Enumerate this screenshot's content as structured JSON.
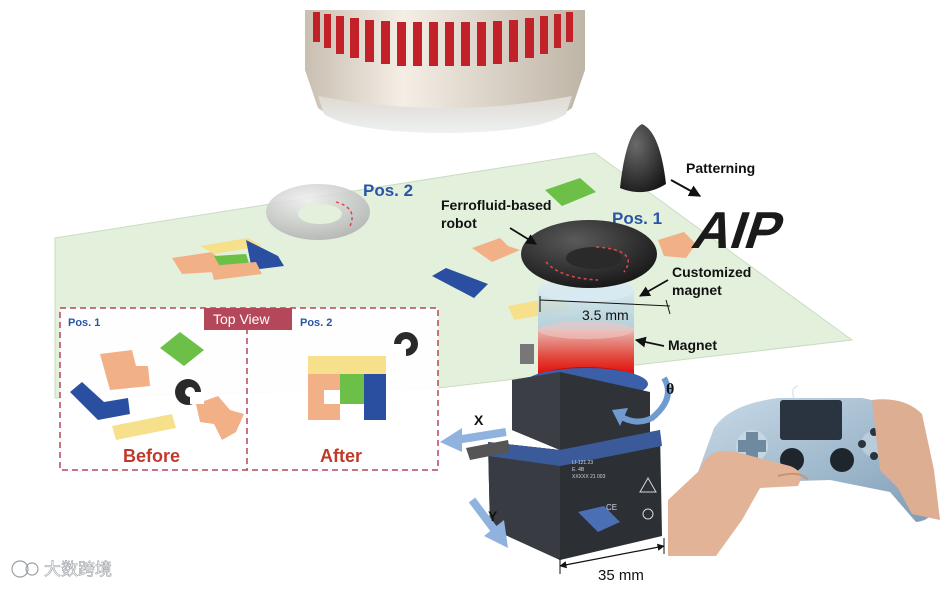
{
  "labels": {
    "patterning": "Patterning",
    "ferrofluid_line1": "Ferrofluid-based",
    "ferrofluid_line2": "robot",
    "customized_line1": "Customized",
    "customized_line2": "magnet",
    "magnet": "Magnet",
    "diameter": "3.5 mm",
    "base_width": "35 mm",
    "theta": "θ",
    "axis_x": "X",
    "axis_y": "Y",
    "pos1": "Pos. 1",
    "pos2": "Pos. 2",
    "aip_text": "AIP"
  },
  "inset": {
    "title": "Top View",
    "pos1": "Pos. 1",
    "pos2": "Pos. 2",
    "before": "Before",
    "after": "After"
  },
  "stage_marks": {
    "line1": "LI-121.23",
    "line2": "E. 4B",
    "line3": "XXXXX 21 003"
  },
  "watermark": "大数跨境",
  "colors": {
    "platform": "#e3f0dc",
    "dashed_border": "#b5475a",
    "topview_tag": "#b5475a",
    "pos_blue": "#2a55a5",
    "inset_text": "#c0392b",
    "magnet_red": "#e02020",
    "coil_red": "#c02020",
    "tetromino_orange": "#f2b086",
    "tetromino_blue": "#2b4fa0",
    "tetromino_yellow": "#f6e08c",
    "tetromino_green": "#6cc048",
    "stage_dark": "#2f3338",
    "robot_black": "#222222"
  },
  "icons": [
    "coil-magnet-icon",
    "ring-robot-icon",
    "cone-robot-icon",
    "game-controller-icon",
    "hand-icon",
    "warning-icon",
    "ground-icon",
    "ce-mark-icon"
  ]
}
